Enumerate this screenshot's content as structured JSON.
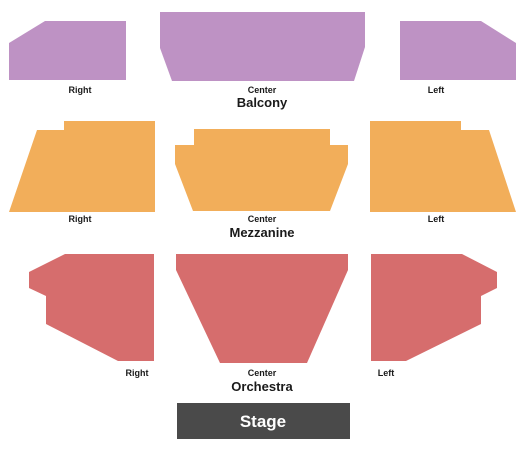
{
  "colors": {
    "balcony": "#be92c4",
    "mezzanine": "#f2ae5a",
    "orchestra": "#d66d6d",
    "stage": "#4a4a4a"
  },
  "balcony": {
    "label": "Balcony",
    "right": "Right",
    "center": "Center",
    "left": "Left"
  },
  "mezzanine": {
    "label": "Mezzanine",
    "right": "Right",
    "center": "Center",
    "left": "Left"
  },
  "orchestra": {
    "label": "Orchestra",
    "right": "Right",
    "center": "Center",
    "left": "Left"
  },
  "stage": {
    "label": "Stage"
  }
}
